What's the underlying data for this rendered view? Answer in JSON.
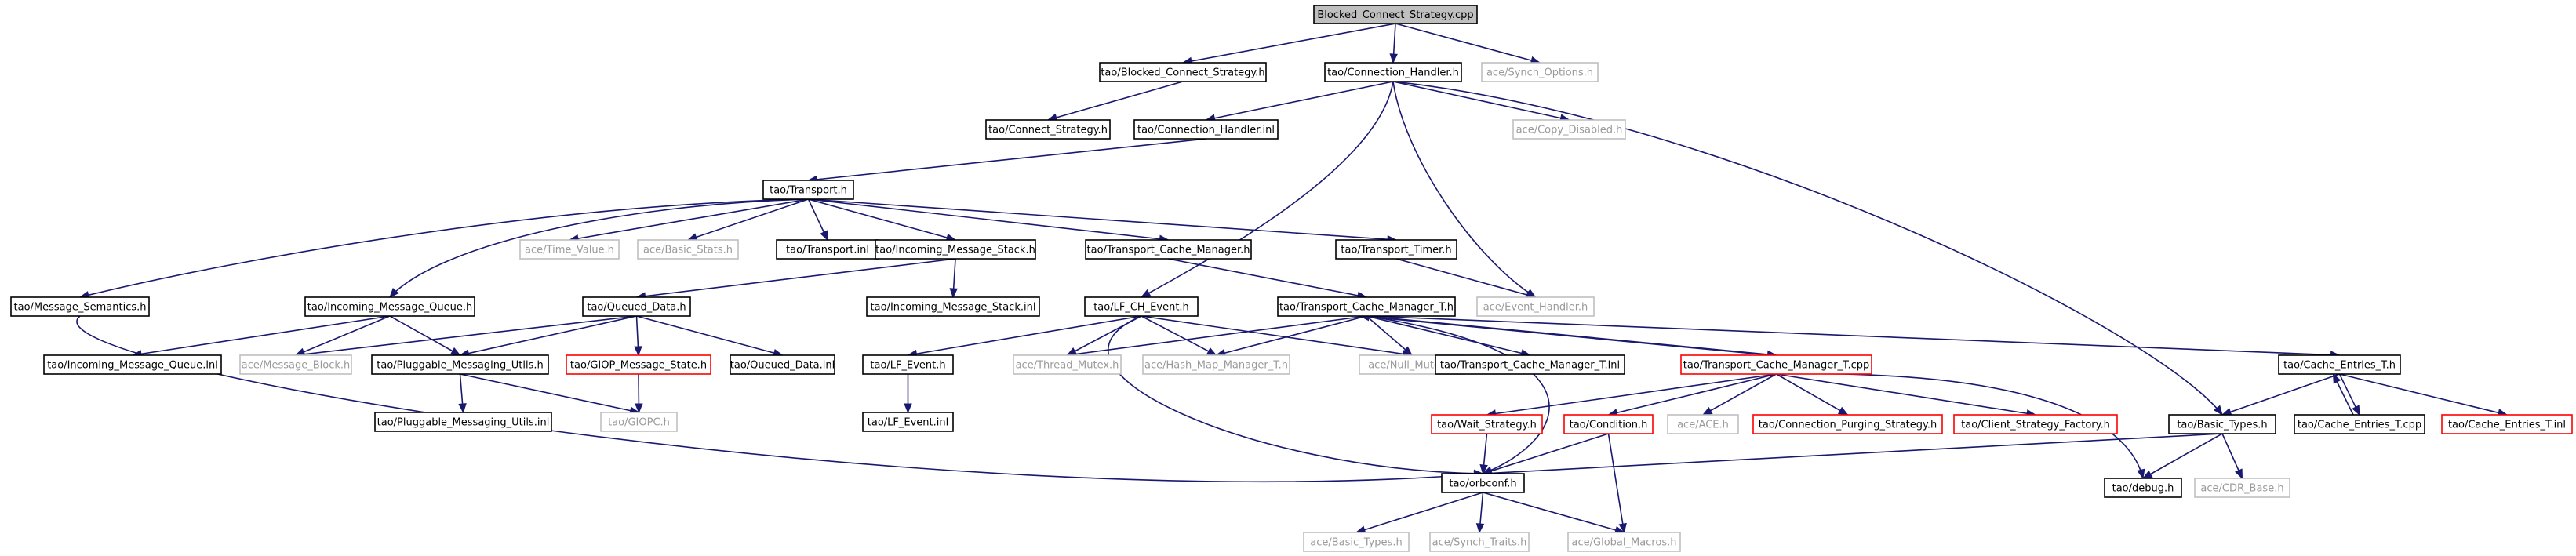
{
  "diagram": {
    "nodes": [
      {
        "id": "root",
        "label": "Blocked_Connect_Strategy.cpp",
        "kind": "root"
      },
      {
        "id": "bcs_h",
        "label": "tao/Blocked_Connect_Strategy.h",
        "kind": "normal"
      },
      {
        "id": "ch_h",
        "label": "tao/Connection_Handler.h",
        "kind": "normal"
      },
      {
        "id": "synch_opt",
        "label": "ace/Synch_Options.h",
        "kind": "external"
      },
      {
        "id": "cs_h",
        "label": "tao/Connect_Strategy.h",
        "kind": "normal"
      },
      {
        "id": "ch_inl",
        "label": "tao/Connection_Handler.inl",
        "kind": "normal"
      },
      {
        "id": "copy_dis",
        "label": "ace/Copy_Disabled.h",
        "kind": "external"
      },
      {
        "id": "transport_h",
        "label": "tao/Transport.h",
        "kind": "normal"
      },
      {
        "id": "time_value",
        "label": "ace/Time_Value.h",
        "kind": "external"
      },
      {
        "id": "basic_stats",
        "label": "ace/Basic_Stats.h",
        "kind": "external"
      },
      {
        "id": "transport_inl",
        "label": "tao/Transport.inl",
        "kind": "normal"
      },
      {
        "id": "ims_h",
        "label": "tao/Incoming_Message_Stack.h",
        "kind": "normal"
      },
      {
        "id": "tcm_h",
        "label": "tao/Transport_Cache_Manager.h",
        "kind": "normal"
      },
      {
        "id": "ttimer_h",
        "label": "tao/Transport_Timer.h",
        "kind": "normal"
      },
      {
        "id": "msgsem_h",
        "label": "tao/Message_Semantics.h",
        "kind": "normal"
      },
      {
        "id": "imq_h",
        "label": "tao/Incoming_Message_Queue.h",
        "kind": "normal"
      },
      {
        "id": "qd_h",
        "label": "tao/Queued_Data.h",
        "kind": "normal"
      },
      {
        "id": "ims_inl",
        "label": "tao/Incoming_Message_Stack.inl",
        "kind": "normal"
      },
      {
        "id": "lfch_h",
        "label": "tao/LF_CH_Event.h",
        "kind": "normal"
      },
      {
        "id": "tcmt_h",
        "label": "tao/Transport_Cache_Manager_T.h",
        "kind": "normal"
      },
      {
        "id": "evh_h",
        "label": "ace/Event_Handler.h",
        "kind": "external"
      },
      {
        "id": "imq_inl",
        "label": "tao/Incoming_Message_Queue.inl",
        "kind": "normal"
      },
      {
        "id": "msgblk",
        "label": "ace/Message_Block.h",
        "kind": "external"
      },
      {
        "id": "pmu_h",
        "label": "tao/Pluggable_Messaging_Utils.h",
        "kind": "normal"
      },
      {
        "id": "giopms_h",
        "label": "tao/GIOP_Message_State.h",
        "kind": "missing"
      },
      {
        "id": "qd_inl",
        "label": "tao/Queued_Data.inl",
        "kind": "normal"
      },
      {
        "id": "lfev_h",
        "label": "tao/LF_Event.h",
        "kind": "normal"
      },
      {
        "id": "thrmutex",
        "label": "ace/Thread_Mutex.h",
        "kind": "external"
      },
      {
        "id": "hmm_h",
        "label": "ace/Hash_Map_Manager_T.h",
        "kind": "external"
      },
      {
        "id": "nullmutex",
        "label": "ace/Null_Mutex.h",
        "kind": "external"
      },
      {
        "id": "tcmt_inl",
        "label": "tao/Transport_Cache_Manager_T.inl",
        "kind": "normal"
      },
      {
        "id": "tcmt_cpp",
        "label": "tao/Transport_Cache_Manager_T.cpp",
        "kind": "missing"
      },
      {
        "id": "cet_h",
        "label": "tao/Cache_Entries_T.h",
        "kind": "normal"
      },
      {
        "id": "pmu_inl",
        "label": "tao/Pluggable_Messaging_Utils.inl",
        "kind": "normal"
      },
      {
        "id": "giopc_h",
        "label": "tao/GIOPC.h",
        "kind": "external"
      },
      {
        "id": "lfev_inl",
        "label": "tao/LF_Event.inl",
        "kind": "normal"
      },
      {
        "id": "wait_h",
        "label": "tao/Wait_Strategy.h",
        "kind": "missing"
      },
      {
        "id": "cond_h",
        "label": "tao/Condition.h",
        "kind": "missing"
      },
      {
        "id": "ace_h",
        "label": "ace/ACE.h",
        "kind": "external"
      },
      {
        "id": "cps_h",
        "label": "tao/Connection_Purging_Strategy.h",
        "kind": "missing"
      },
      {
        "id": "csf_h",
        "label": "tao/Client_Strategy_Factory.h",
        "kind": "missing"
      },
      {
        "id": "btypes_h",
        "label": "tao/Basic_Types.h",
        "kind": "normal"
      },
      {
        "id": "cet_cpp",
        "label": "tao/Cache_Entries_T.cpp",
        "kind": "normal"
      },
      {
        "id": "cet_inl",
        "label": "tao/Cache_Entries_T.inl",
        "kind": "missing"
      },
      {
        "id": "orbconf_h",
        "label": "tao/orbconf.h",
        "kind": "normal"
      },
      {
        "id": "debug_h",
        "label": "tao/debug.h",
        "kind": "normal"
      },
      {
        "id": "cdrbase_h",
        "label": "ace/CDR_Base.h",
        "kind": "external"
      },
      {
        "id": "ace_btypes",
        "label": "ace/Basic_Types.h",
        "kind": "external"
      },
      {
        "id": "synch_traits",
        "label": "ace/Synch_Traits.h",
        "kind": "external"
      },
      {
        "id": "glob_macros",
        "label": "ace/Global_Macros.h",
        "kind": "external"
      }
    ]
  }
}
